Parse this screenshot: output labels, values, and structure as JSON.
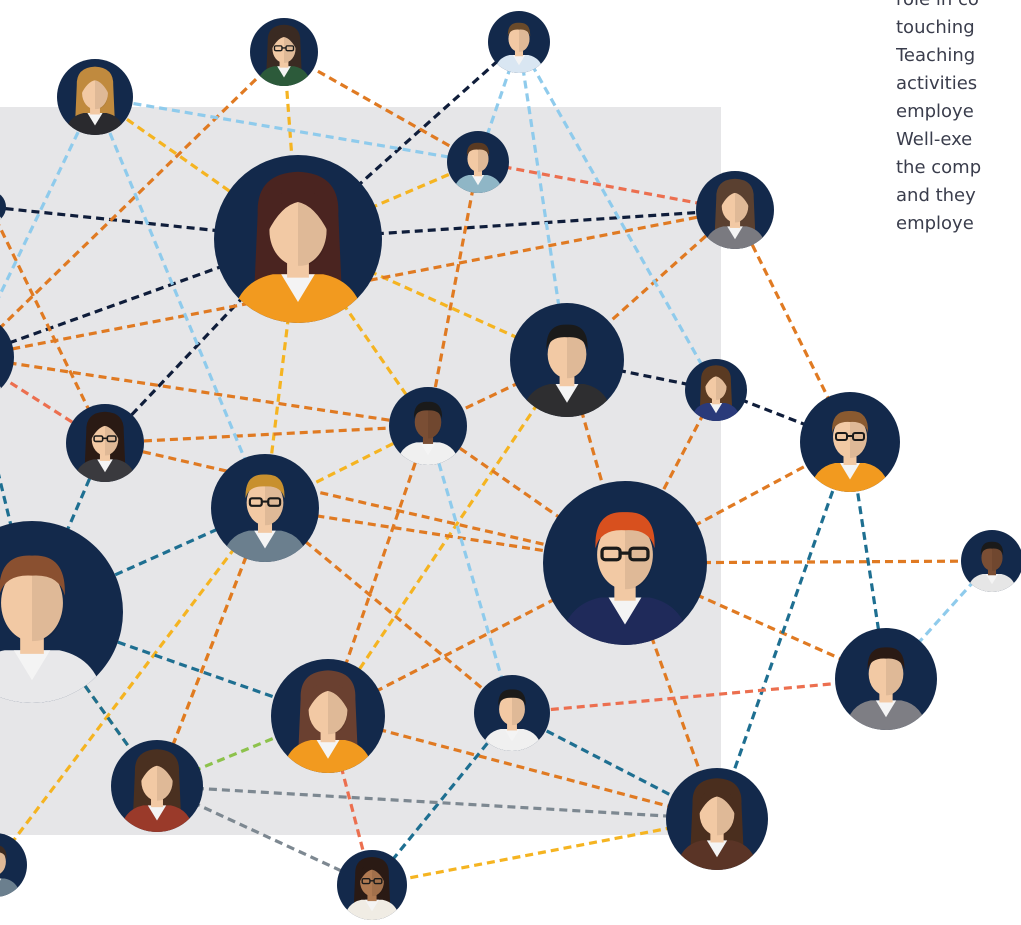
{
  "caption": {
    "lines": [
      "role in co",
      "touching",
      "Teaching",
      "activities",
      "employe",
      "Well-exe",
      "the comp",
      "and they",
      "employe"
    ]
  },
  "colors": {
    "background_panel": "#e6e6e8",
    "node_navy": "#13294b",
    "navy_link": "#0f1d3a",
    "orange_link": "#e07a22",
    "yellow_link": "#f5b421",
    "light_blue_link": "#8fcbec",
    "teal_link": "#1e6f91",
    "salmon_link": "#ec6f4f",
    "gray_link": "#7d8891",
    "green_link": "#8dc24c"
  },
  "people": [
    {
      "id": "p-top-left",
      "style": "female",
      "skin": "#f2c9a4",
      "hair": "#c08a3e",
      "shirt": "#2a2a2e",
      "glasses": false
    },
    {
      "id": "p-top-glasses",
      "style": "female",
      "skin": "#f2c9a4",
      "hair": "#3a2a22",
      "shirt": "#2c5a3a",
      "glasses": true
    },
    {
      "id": "p-top-right",
      "style": "male",
      "skin": "#f2c9a4",
      "hair": "#6a4a2a",
      "shirt": "#d9e6f2",
      "glasses": false
    },
    {
      "id": "p-small-blue",
      "style": "male",
      "skin": "#f2c9a4",
      "hair": "#5a3a22",
      "shirt": "#8fb6c6",
      "glasses": false
    },
    {
      "id": "p-big-woman",
      "style": "female",
      "skin": "#f2c9a4",
      "hair": "#4a2420",
      "shirt": "#f29a1f",
      "glasses": false
    },
    {
      "id": "p-right-woman",
      "style": "female",
      "skin": "#f2c9a4",
      "hair": "#5a4030",
      "shirt": "#7a7a80",
      "glasses": false
    },
    {
      "id": "p-left-edge-top",
      "style": "male",
      "skin": "#f2c9a4",
      "hair": "#3a2a22",
      "shirt": "#e0e0e0",
      "glasses": false
    },
    {
      "id": "p-left-edge-mid",
      "style": "male",
      "skin": "#f2c9a4",
      "hair": "#3a2a22",
      "shirt": "#e0e0e0",
      "glasses": false
    },
    {
      "id": "p-asian",
      "style": "male",
      "skin": "#f2c9a4",
      "hair": "#1a1a1a",
      "shirt": "#2e2e30",
      "glasses": false
    },
    {
      "id": "p-small-right",
      "style": "female",
      "skin": "#f2c9a4",
      "hair": "#5a3a22",
      "shirt": "#2a3a7a",
      "glasses": false
    },
    {
      "id": "p-glasses-woman",
      "style": "female",
      "skin": "#f2c9a4",
      "hair": "#2a1a14",
      "shirt": "#3a3a3e",
      "glasses": true
    },
    {
      "id": "p-dark-man",
      "style": "male",
      "skin": "#7a4e34",
      "hair": "#1a1a1a",
      "shirt": "#f0f0f0",
      "glasses": false
    },
    {
      "id": "p-orange-glasses",
      "style": "male",
      "skin": "#f2c9a4",
      "hair": "#8a5a30",
      "shirt": "#f29a1f",
      "glasses": true
    },
    {
      "id": "p-bearded",
      "style": "male",
      "skin": "#f2c9a4",
      "hair": "#c8902e",
      "shirt": "#6b7f8e",
      "glasses": true
    },
    {
      "id": "p-redhead",
      "style": "male",
      "skin": "#f2c9a4",
      "hair": "#d8501e",
      "shirt": "#1f2a5a",
      "glasses": true
    },
    {
      "id": "p-far-right",
      "style": "male",
      "skin": "#7a4e34",
      "hair": "#1a1a1a",
      "shirt": "#e6e6e6",
      "glasses": false
    },
    {
      "id": "p-big-man-left",
      "style": "male",
      "skin": "#f2c9a4",
      "hair": "#8a5030",
      "shirt": "#e8e8ea",
      "glasses": false
    },
    {
      "id": "p-beard-gray",
      "style": "male",
      "skin": "#f2c9a4",
      "hair": "#2a1a14",
      "shirt": "#7e7e84",
      "glasses": false
    },
    {
      "id": "p-orange-woman",
      "style": "female",
      "skin": "#f2c9a4",
      "hair": "#6a4030",
      "shirt": "#f29a1f",
      "glasses": false
    },
    {
      "id": "p-man-red-tie",
      "style": "male",
      "skin": "#f2c9a4",
      "hair": "#1a1a1a",
      "shirt": "#f0f0f0",
      "glasses": false
    },
    {
      "id": "p-red-jacket",
      "style": "female",
      "skin": "#f2c9a4",
      "hair": "#4a3020",
      "shirt": "#9a3a2a",
      "glasses": false
    },
    {
      "id": "p-brown-woman",
      "style": "female",
      "skin": "#f2c9a4",
      "hair": "#4a2e1e",
      "shirt": "#5a3426",
      "glasses": false
    },
    {
      "id": "p-curly",
      "style": "female",
      "skin": "#b07a52",
      "hair": "#2a1a14",
      "shirt": "#f0ece4",
      "glasses": true
    },
    {
      "id": "p-bottom-left",
      "style": "male",
      "skin": "#f2c9a4",
      "hair": "#3a2a22",
      "shirt": "#6b7f8e",
      "glasses": false
    }
  ]
}
